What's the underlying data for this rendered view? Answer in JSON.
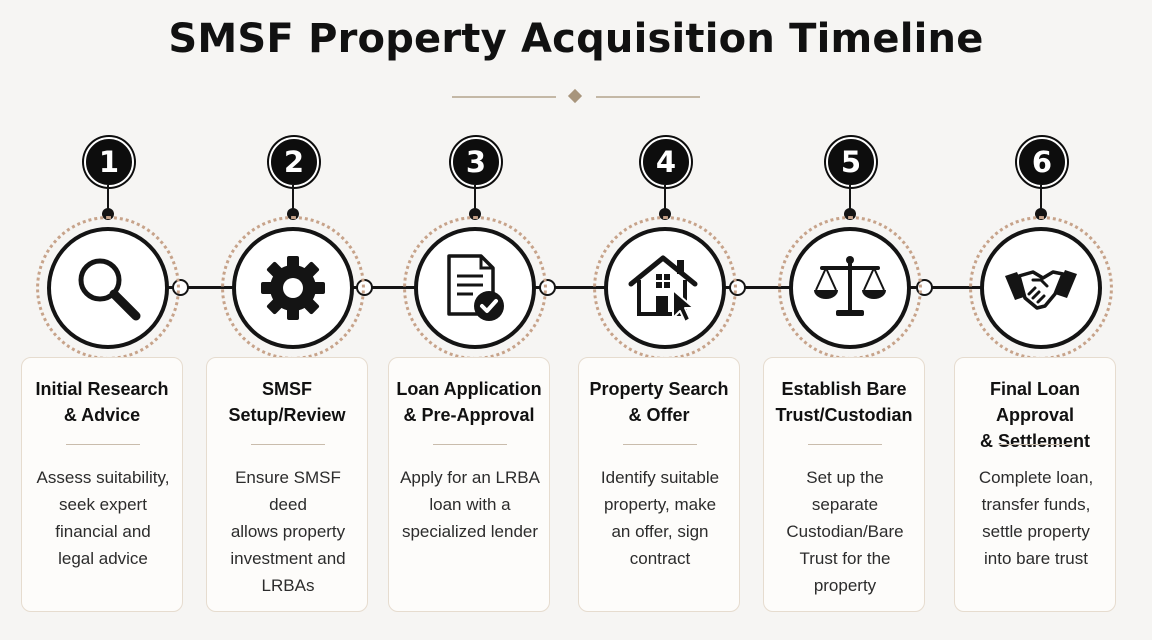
{
  "header": {
    "title": "SMSF Property Acquisition Timeline"
  },
  "steps": [
    {
      "number": "1",
      "icon": "magnifying-glass-icon",
      "title": "Initial Research\n& Advice",
      "description": "Assess suitability,\nseek expert\nfinancial and\nlegal advice"
    },
    {
      "number": "2",
      "icon": "gear-icon",
      "title": "SMSF\nSetup/Review",
      "description": "Ensure SMSF deed\nallows property\ninvestment and\nLRBAs"
    },
    {
      "number": "3",
      "icon": "document-check-icon",
      "title": "Loan Application\n& Pre-Approval",
      "description": "Apply for an LRBA\nloan with a\nspecialized lender"
    },
    {
      "number": "4",
      "icon": "house-cursor-icon",
      "title": "Property Search\n& Offer",
      "description": "Identify suitable\nproperty, make\nan offer, sign\ncontract"
    },
    {
      "number": "5",
      "icon": "scales-icon",
      "title": "Establish Bare\nTrust/Custodian",
      "description": "Set up the\nseparate\nCustodian/Bare\nTrust for the\nproperty"
    },
    {
      "number": "6",
      "icon": "handshake-icon",
      "title": "Final Loan Approval\n& Settlement",
      "description": "Complete loan,\ntransfer funds,\nsettle property\ninto bare trust"
    }
  ],
  "colors": {
    "accent": "#c7a38a",
    "dark": "#141414",
    "card_border": "#e6dccf"
  }
}
